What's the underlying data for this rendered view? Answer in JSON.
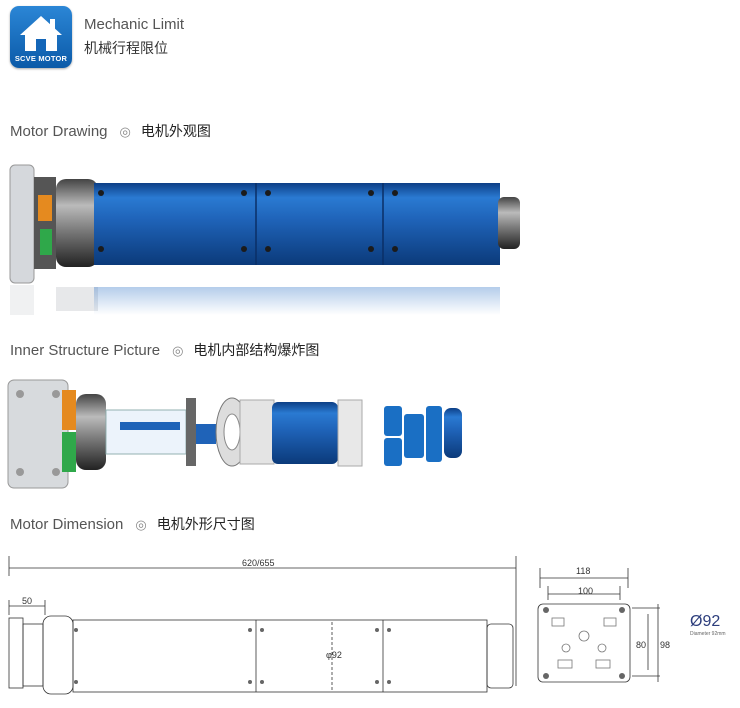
{
  "header": {
    "logo_text": "SCVE MOTOR",
    "title": "Mechanic Limit",
    "subtitle": "机械行程限位"
  },
  "sections": [
    {
      "en": "Motor Drawing",
      "marker": "◎",
      "cn": "电机外观图"
    },
    {
      "en": "Inner Structure Picture",
      "marker": "◎",
      "cn": "电机内部结构爆炸图"
    },
    {
      "en": "Motor Dimension",
      "marker": "◎",
      "cn": "电机外形尺寸图"
    }
  ],
  "dimensions": {
    "length": "620/655",
    "head": "50",
    "tube_dia": "φ92",
    "bracket_outer": "118",
    "bracket_inner": "100",
    "bracket_h_inner": "80",
    "bracket_h_outer": "98",
    "diameter_symbol": "Ø92",
    "diameter_note": "Diameter 92mm"
  },
  "colors": {
    "tube_blue": "#1f63b8",
    "logo_blue": "#1a6fc4",
    "accent_green": "#2fa84a",
    "accent_orange": "#e58a1f",
    "dim_text": "#2c3d7c"
  }
}
